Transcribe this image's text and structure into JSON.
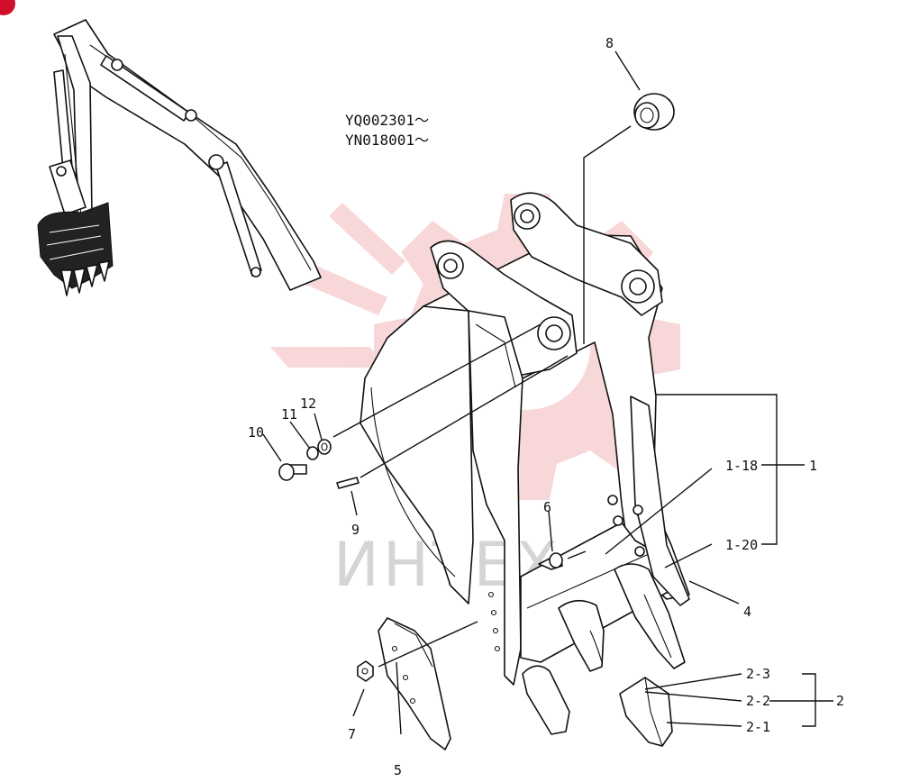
{
  "serials": [
    "YQ002301～",
    "YN018001～"
  ],
  "watermark": "ИНТЕХ",
  "callouts": {
    "p1": "1",
    "p1_18": "1-18",
    "p1_20": "1-20",
    "p2": "2",
    "p2_1": "2-1",
    "p2_2": "2-2",
    "p2_3": "2-3",
    "p4": "4",
    "p5": "5",
    "p6": "6",
    "p7": "7",
    "p8": "8",
    "p9": "9",
    "p10": "10",
    "p11": "11",
    "p12": "12"
  },
  "colors": {
    "line": "#111111",
    "watermark_red": "#f2b8b8",
    "watermark_gray": "#c8c8c8",
    "corner_badge": "#d0102b"
  }
}
